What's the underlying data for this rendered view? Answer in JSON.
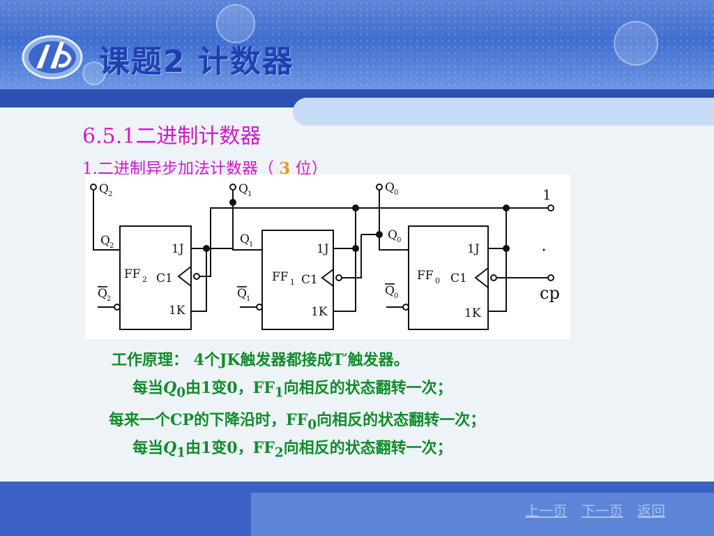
{
  "header": {
    "title": "课题2  计数器"
  },
  "section": {
    "heading": "6.5.1二进制计数器",
    "subheading_prefix": "1.二进制异步加法计数器（",
    "subheading_num": "3",
    "subheading_suffix": "位）"
  },
  "diagram": {
    "outputs": {
      "q2": "Q",
      "q2_sub": "2",
      "q1": "Q",
      "q1_sub": "1",
      "q0": "Q",
      "q0_sub": "0"
    },
    "flipflops": [
      {
        "name": "FF",
        "sub": "2",
        "j": "1J",
        "c": "C1",
        "k": "1K",
        "q": "Q",
        "qsub": "2",
        "qb": "Q",
        "qbsub": "2"
      },
      {
        "name": "FF",
        "sub": "1",
        "j": "1J",
        "c": "C1",
        "k": "1K",
        "q": "Q",
        "qsub": "1",
        "qb": "Q",
        "qbsub": "1"
      },
      {
        "name": "FF",
        "sub": "0",
        "j": "1J",
        "c": "C1",
        "k": "1K",
        "q": "Q",
        "qsub": "0",
        "qb": "Q",
        "qbsub": "0"
      }
    ],
    "input_one": "1",
    "input_cp": "cp"
  },
  "principle": {
    "line1": "工作原理：  4个JK触发器都接成T′触发器。",
    "line2": {
      "a": "每当",
      "q": "Q",
      "qsub": "0",
      "b": "由1变0，FF",
      "ffsub": "1",
      "c": "向相反的状态翻转一次；"
    },
    "line3": {
      "a": "每来一个CP的下降沿时，FF",
      "ffsub": "0",
      "c": "向相反的状态翻转一次；"
    },
    "line4": {
      "a": "每当",
      "q": "Q",
      "qsub": "1",
      "b": "由1变0，FF",
      "ffsub": "2",
      "c": "向相反的状态翻转一次；"
    }
  },
  "nav": {
    "prev": "上一页",
    "next": "下一页",
    "back": "返回"
  },
  "colors": {
    "title": "#1e3fb0",
    "heading": "#d11bcb",
    "body": "#118c2a",
    "band": "#2c4fb3"
  }
}
